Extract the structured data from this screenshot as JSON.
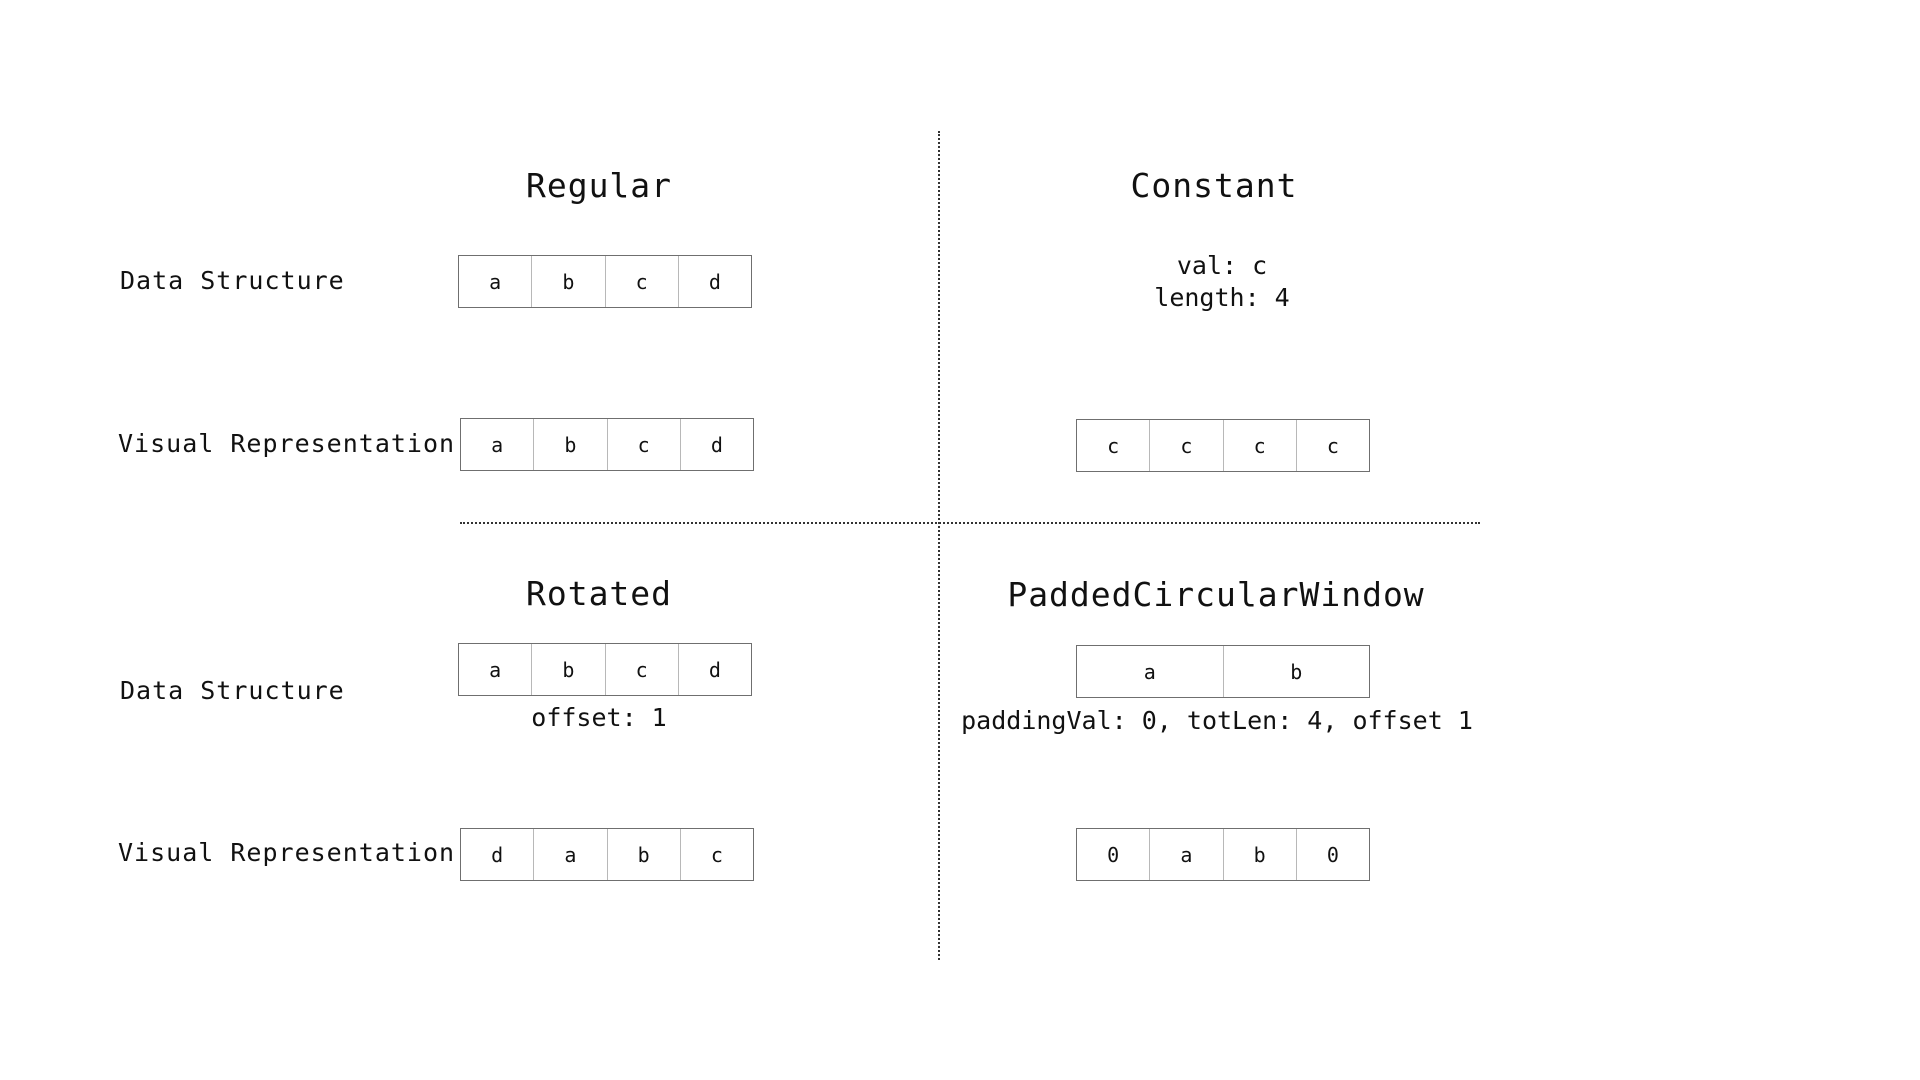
{
  "row_labels": {
    "data_structure": "Data Structure",
    "visual_representation": "Visual Representation"
  },
  "regular": {
    "title": "Regular",
    "data_cells": [
      "a",
      "b",
      "c",
      "d"
    ],
    "visual_cells": [
      "a",
      "b",
      "c",
      "d"
    ]
  },
  "constant": {
    "title": "Constant",
    "val_line": "val: c",
    "length_line": "length: 4",
    "visual_cells": [
      "c",
      "c",
      "c",
      "c"
    ]
  },
  "rotated": {
    "title": "Rotated",
    "data_cells": [
      "a",
      "b",
      "c",
      "d"
    ],
    "offset_caption": "offset: 1",
    "visual_cells": [
      "d",
      "a",
      "b",
      "c"
    ]
  },
  "padded": {
    "title": "PaddedCircularWindow",
    "data_cells": [
      "a",
      "b"
    ],
    "params_caption": "paddingVal: 0, totLen: 4, offset 1",
    "visual_cells": [
      "0",
      "a",
      "b",
      "0"
    ]
  }
}
